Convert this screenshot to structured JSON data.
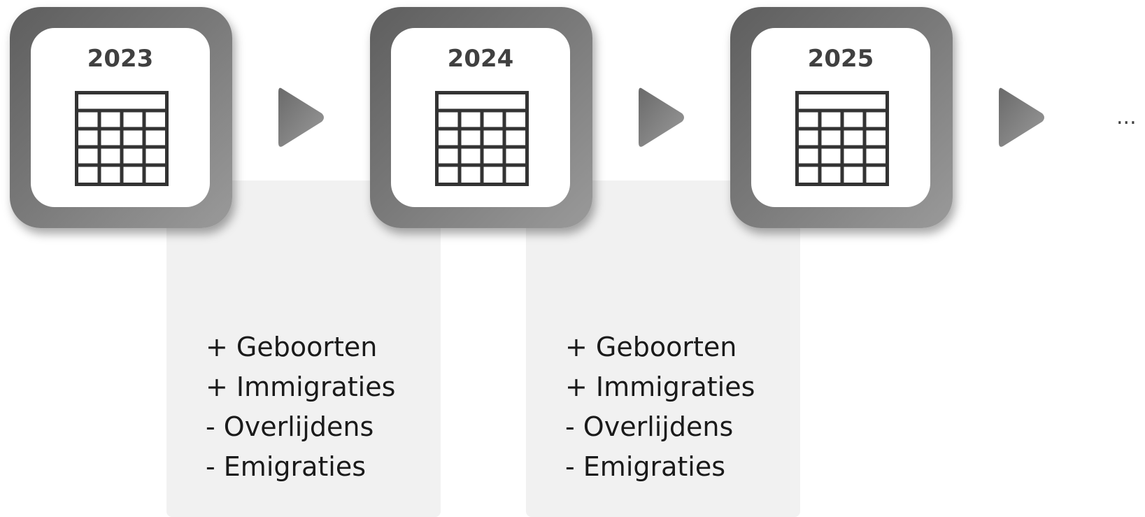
{
  "timeline": {
    "years": [
      {
        "label": "2023",
        "icon": "calendar-table-icon"
      },
      {
        "label": "2024",
        "icon": "calendar-table-icon"
      },
      {
        "label": "2025",
        "icon": "calendar-table-icon"
      }
    ],
    "continuation": "...",
    "transitions": [
      {
        "items": [
          "+ Geboorten",
          "+ Immigraties",
          "- Overlijdens",
          "- Emigraties"
        ]
      },
      {
        "items": [
          "+ Geboorten",
          "+ Immigraties",
          "- Overlijdens",
          "- Emigraties"
        ]
      }
    ]
  },
  "colors": {
    "tile_dark": "#5e5e5e",
    "tile_light": "#9a9a9a",
    "panel_bg": "#f1f1f1",
    "icon_stroke": "#333333",
    "arrow": "#7f7f7f"
  }
}
